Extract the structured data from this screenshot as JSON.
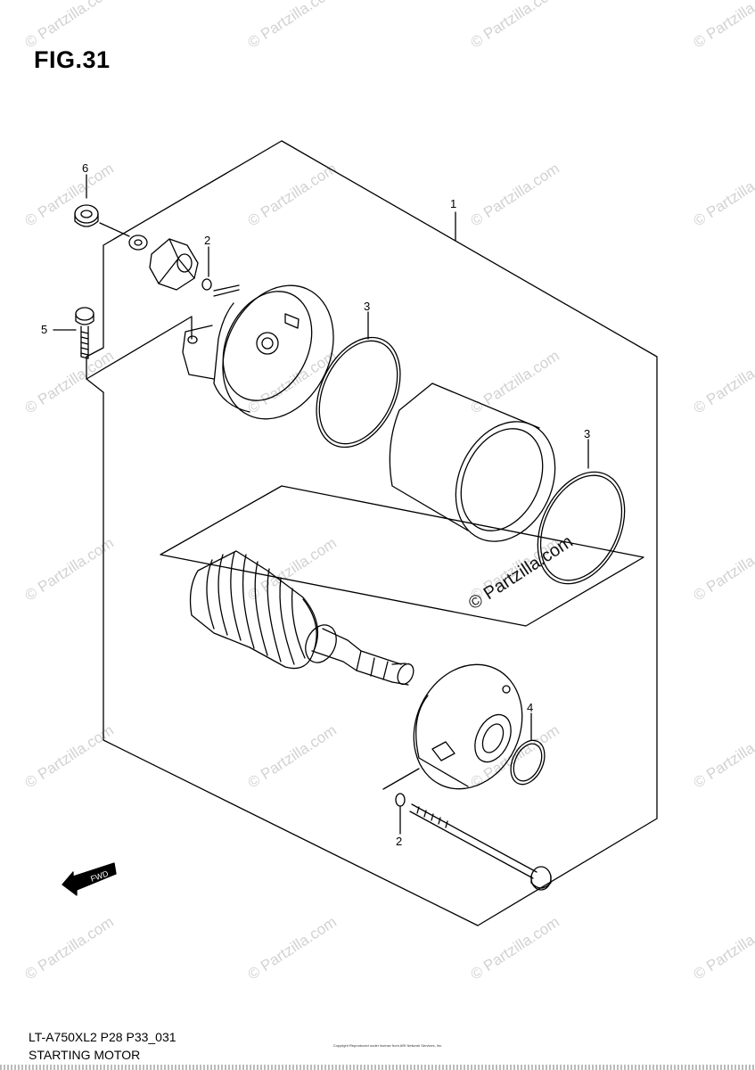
{
  "figure": {
    "title": "FIG.31"
  },
  "callouts": [
    {
      "id": "c1",
      "label": "1"
    },
    {
      "id": "c2a",
      "label": "2"
    },
    {
      "id": "c3a",
      "label": "3"
    },
    {
      "id": "c3b",
      "label": "3"
    },
    {
      "id": "c4",
      "label": "4"
    },
    {
      "id": "c5",
      "label": "5"
    },
    {
      "id": "c6",
      "label": "6"
    },
    {
      "id": "c2b",
      "label": "2"
    }
  ],
  "direction_arrow": {
    "label": "FWD",
    "icon": "forward-arrow-icon"
  },
  "footer": {
    "model_code": "LT-A750XL2 P28 P33_031",
    "subtitle": "STARTING MOTOR",
    "copyright_fine": "Copyright Reproduced under license from ARI Network Services, Inc."
  },
  "watermark": {
    "text": "© Partzilla.com",
    "color": "#d2d2d2",
    "main_color": "#111111"
  }
}
